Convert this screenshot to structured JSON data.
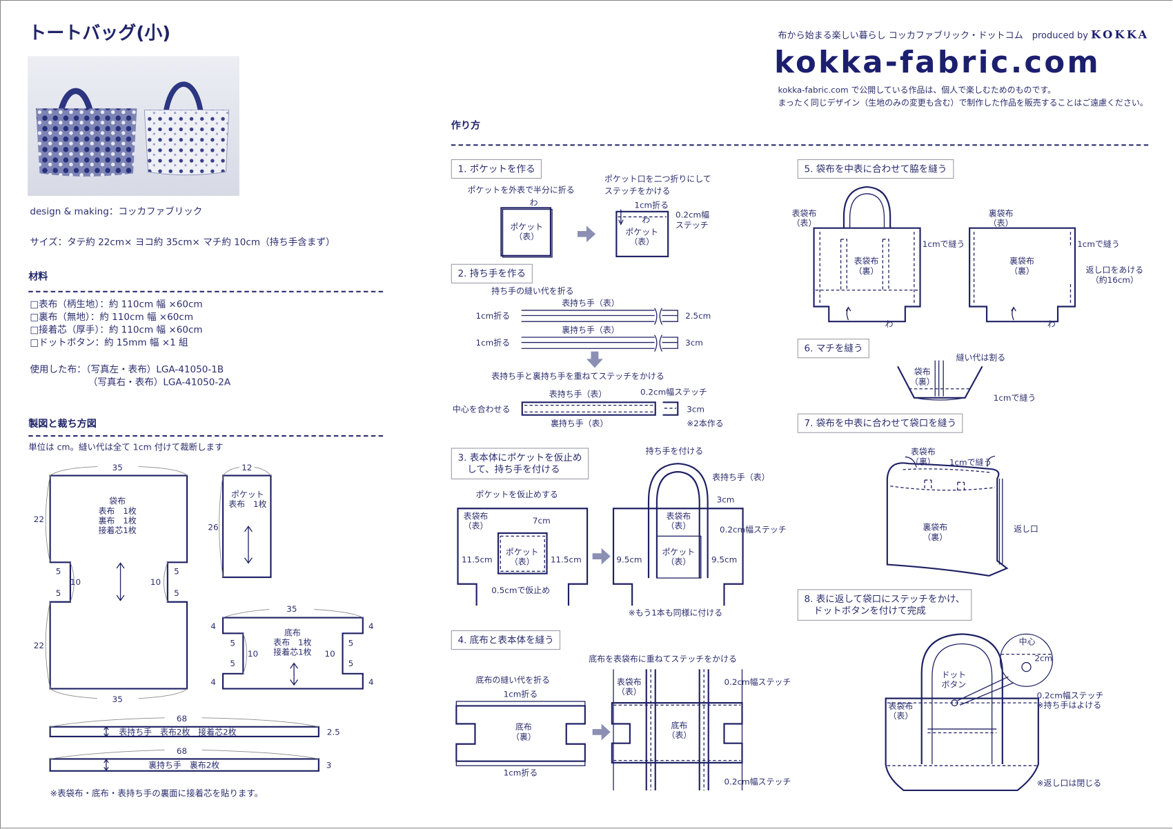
{
  "title": "トートバッグ(小)",
  "header": {
    "tagline": "布から始まる楽しい暮らし コッカファブリック・ドットコム　produced by",
    "brand": "KOKKA",
    "logo": "kokka-fabric.com",
    "notice": [
      "kokka-fabric.com で公開している作品は、個人で楽しむためのものです。",
      "まったく同じデザイン（生地のみの変更も含む）で制作した作品を販売することはご遠慮ください。"
    ]
  },
  "intro": {
    "credit": "design & making：コッカファブリック",
    "size": "サイズ：タテ約 22cm× ヨコ約 35cm× マチ約 10cm（持ち手含まず）"
  },
  "materials": {
    "heading": "材料",
    "items": [
      "□表布（柄生地）：約 110cm 幅 ×60cm",
      "□裏布（無地）：約 110cm 幅 ×60cm",
      "□接着芯（厚手）：約 110cm 幅 ×60cm",
      "□ドットボタン：約 15mm 幅 ×1 組"
    ],
    "fabric_used_label": "使用した布：（写真左・表布）LGA-41050-1B",
    "fabric_used_2": "（写真右・表布）LGA-41050-2A"
  },
  "pattern": {
    "heading": "製図と裁ち方図",
    "note_top": "単位は cm。縫い代は全て 1cm 付けて裁断します",
    "bag": {
      "label": "袋布\n表布　1枚\n裏布　1枚\n接着芯1枚",
      "width": "35",
      "height": "22",
      "notch_w": "5",
      "notch_h": "10"
    },
    "pocket": {
      "label": "ポケット\n表布　1枚",
      "width": "12",
      "height": "26"
    },
    "bottom": {
      "label": "底布\n表布　1枚\n接着芯1枚",
      "width": "35",
      "edge": "4",
      "notch_w": "5",
      "notch_h": "10"
    },
    "handle_outer": {
      "label": "表持ち手　表布2枚　接着芯2枚",
      "length": "68",
      "width": "2.5"
    },
    "handle_inner": {
      "label": "裏持ち手　裏布2枚",
      "length": "68",
      "width": "3"
    },
    "note_bottom": "※表袋布・底布・表持ち手の裏面に接着芯を貼ります。"
  },
  "howto": {
    "heading": "作り方",
    "steps": [
      {
        "title": "1. ポケットを作る",
        "labels": [
          "ポケットを外表で半分に折る",
          "わ",
          "ポケット\n（表）",
          "ポケット口を二つ折りにして\nステッチをかける",
          "1cm折る",
          "わ",
          "ポケット\n（表）",
          "0.2cm幅\nステッチ"
        ]
      },
      {
        "title": "2. 持ち手を作る",
        "labels": [
          "持ち手の縫い代を折る",
          "表持ち手（表）",
          "1cm折る",
          "2.5cm",
          "裏持ち手（表）",
          "1cm折る",
          "3cm",
          "表持ち手と裏持ち手を重ねてステッチをかける",
          "表持ち手（表）",
          "0.2cm幅ステッチ",
          "中心を合わせる",
          "3cm",
          "裏持ち手（表）",
          "※2本作る"
        ]
      },
      {
        "title": "3. 表本体にポケットを仮止め\n　して、持ち手を付ける",
        "labels": [
          "ポケットを仮止めする",
          "表袋布\n（表）",
          "7cm",
          "ポケット\n（表）",
          "11.5cm",
          "11.5cm",
          "0.5cmで仮止め",
          "持ち手を付ける",
          "表持ち手（表）",
          "3cm",
          "表袋布\n（表）",
          "0.2cm幅ステッチ",
          "ポケット\n（表）",
          "9.5cm",
          "9.5cm",
          "※もう1本も同様に付ける"
        ]
      },
      {
        "title": "4. 底布と表本体を縫う",
        "labels": [
          "底布の縫い代を折る",
          "1cm折る",
          "底布\n（裏）",
          "1cm折る",
          "底布を表袋布に重ねてステッチをかける",
          "表袋布\n（表）",
          "0.2cm幅ステッチ",
          "底布\n（表）",
          "0.2cm幅ステッチ"
        ]
      },
      {
        "title": "5. 袋布を中表に合わせて脇を縫う",
        "labels": [
          "表袋布\n（表）",
          "1cmで縫う",
          "表袋布\n（裏）",
          "わ",
          "裏袋布\n（表）",
          "1cmで縫う",
          "裏袋布\n（裏）",
          "返し口をあける\n（約16cm）",
          "わ"
        ]
      },
      {
        "title": "6. マチを縫う",
        "labels": [
          "縫い代は割る",
          "袋布\n（裏）",
          "1cmで縫う"
        ]
      },
      {
        "title": "7. 袋布を中表に合わせて袋口を縫う",
        "labels": [
          "表袋布\n（裏）",
          "1cmで縫う",
          "裏袋布\n（裏）",
          "返し口"
        ]
      },
      {
        "title": "8. 表に返して袋口にステッチをかけ、\n　ドットボタンを付けて完成",
        "labels": [
          "中心",
          "2cm",
          "ドット\nボタン",
          "0.2cm幅ステッチ\n※持ち手はよける",
          "表袋布\n（表）",
          "※返し口は閉じる"
        ]
      }
    ]
  },
  "colors": {
    "navy": "#1e2163",
    "text": "#2b2e6e",
    "arrow": "#8a8fb3",
    "box_border": "#9a9aa8"
  }
}
